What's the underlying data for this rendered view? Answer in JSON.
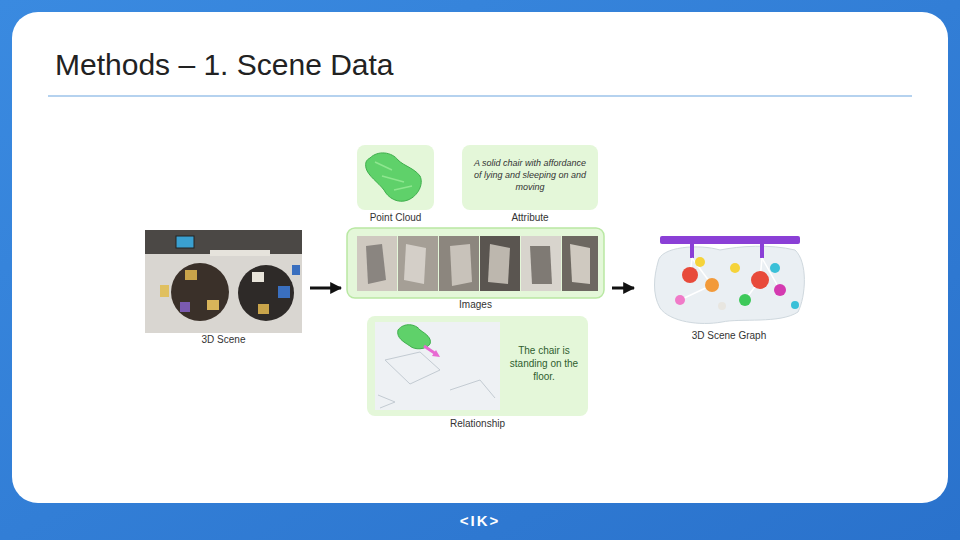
{
  "diagram": {
    "title": "Methods – 1. Scene Data",
    "nodes": [
      {
        "text": [
          "3D Scene"
        ]
      },
      {
        "text": [
          "Point Cloud"
        ]
      },
      {
        "text": [
          "A solid chair with affordance of lying and sleeping on and moving",
          "Attribute"
        ]
      },
      {
        "text": [
          "Images"
        ]
      },
      {
        "text": [
          "The chair is standing on the floor.",
          "Relationship"
        ]
      },
      {
        "text": [
          "3D Scene Graph"
        ]
      }
    ],
    "edges": [
      {
        "from": 0,
        "to": 3,
        "arrow": "to"
      },
      {
        "from": 3,
        "to": 5,
        "arrow": "to"
      }
    ],
    "labels": [
      "<IK>"
    ]
  }
}
